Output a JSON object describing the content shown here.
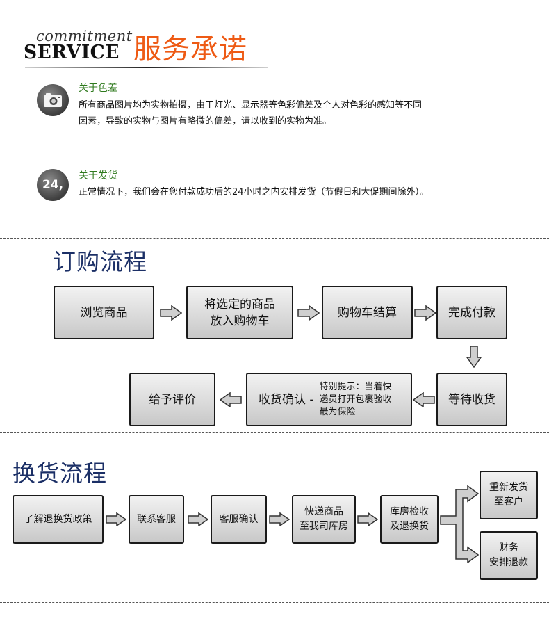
{
  "header": {
    "commitment": "commitment",
    "service": "SERVICE",
    "title_cn": "服务承诺"
  },
  "info": [
    {
      "icon": "camera-icon",
      "title": "关于色差",
      "text_line1": "所有商品图片均为实物拍摄，由于灯光、显示器等色彩偏差及个人对色彩的感知等不同",
      "text_line2": "因素，导致的实物与图片有略微的偏差，请以收到的实物为准。"
    },
    {
      "icon": "24h-icon",
      "icon_text": "24,",
      "title": "关于发货",
      "text_line1": "正常情况下，我们会在您付款成功后的24小时之内安排发货（节假日和大促期间除外）。"
    }
  ],
  "order_flow": {
    "title": "订购流程",
    "steps": {
      "browse": "浏览商品",
      "add_cart_1": "将选定的商品",
      "add_cart_2": "放入购物车",
      "checkout": "购物车结算",
      "pay": "完成付款",
      "wait": "等待收货",
      "confirm": "收货确认 -",
      "tip_1": "特别提示：当着快",
      "tip_2": "递员打开包裹验收",
      "tip_3": "最为保险",
      "review": "给予评价"
    }
  },
  "exchange_flow": {
    "title": "换货流程",
    "steps": {
      "policy": "了解退换货政策",
      "contact": "联系客服",
      "cs_confirm": "客服确认",
      "ship_1": "快递商品",
      "ship_2": "至我司库房",
      "check_1": "库房检收",
      "check_2": "及退换货",
      "resend_1": "重新发货",
      "resend_2": "至客户",
      "refund_1": "财务",
      "refund_2": "安排退款"
    }
  },
  "colors": {
    "accent_orange": "#ee5a14",
    "section_title": "#1b2f66",
    "info_title": "#2f7a1e"
  }
}
